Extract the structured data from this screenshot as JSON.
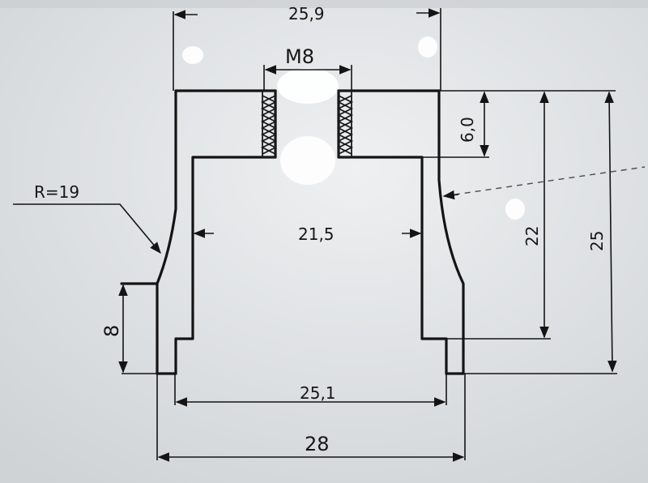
{
  "labels": {
    "top_width": "25,9",
    "thread": "M8",
    "thread_depth": "6,0",
    "radius": "R=19",
    "inner_diameter": "21,5",
    "shoulder_height": "8",
    "inner_height": "22",
    "total_height": "25",
    "lower_inner_diameter": "25,1",
    "outer_diameter": "28"
  },
  "colors": {
    "paper": "#e6e8ea",
    "ink": "#141414",
    "hatch": "#1a1a1a",
    "dash": "#4a4a4a",
    "whiteout": "#ffffff"
  }
}
